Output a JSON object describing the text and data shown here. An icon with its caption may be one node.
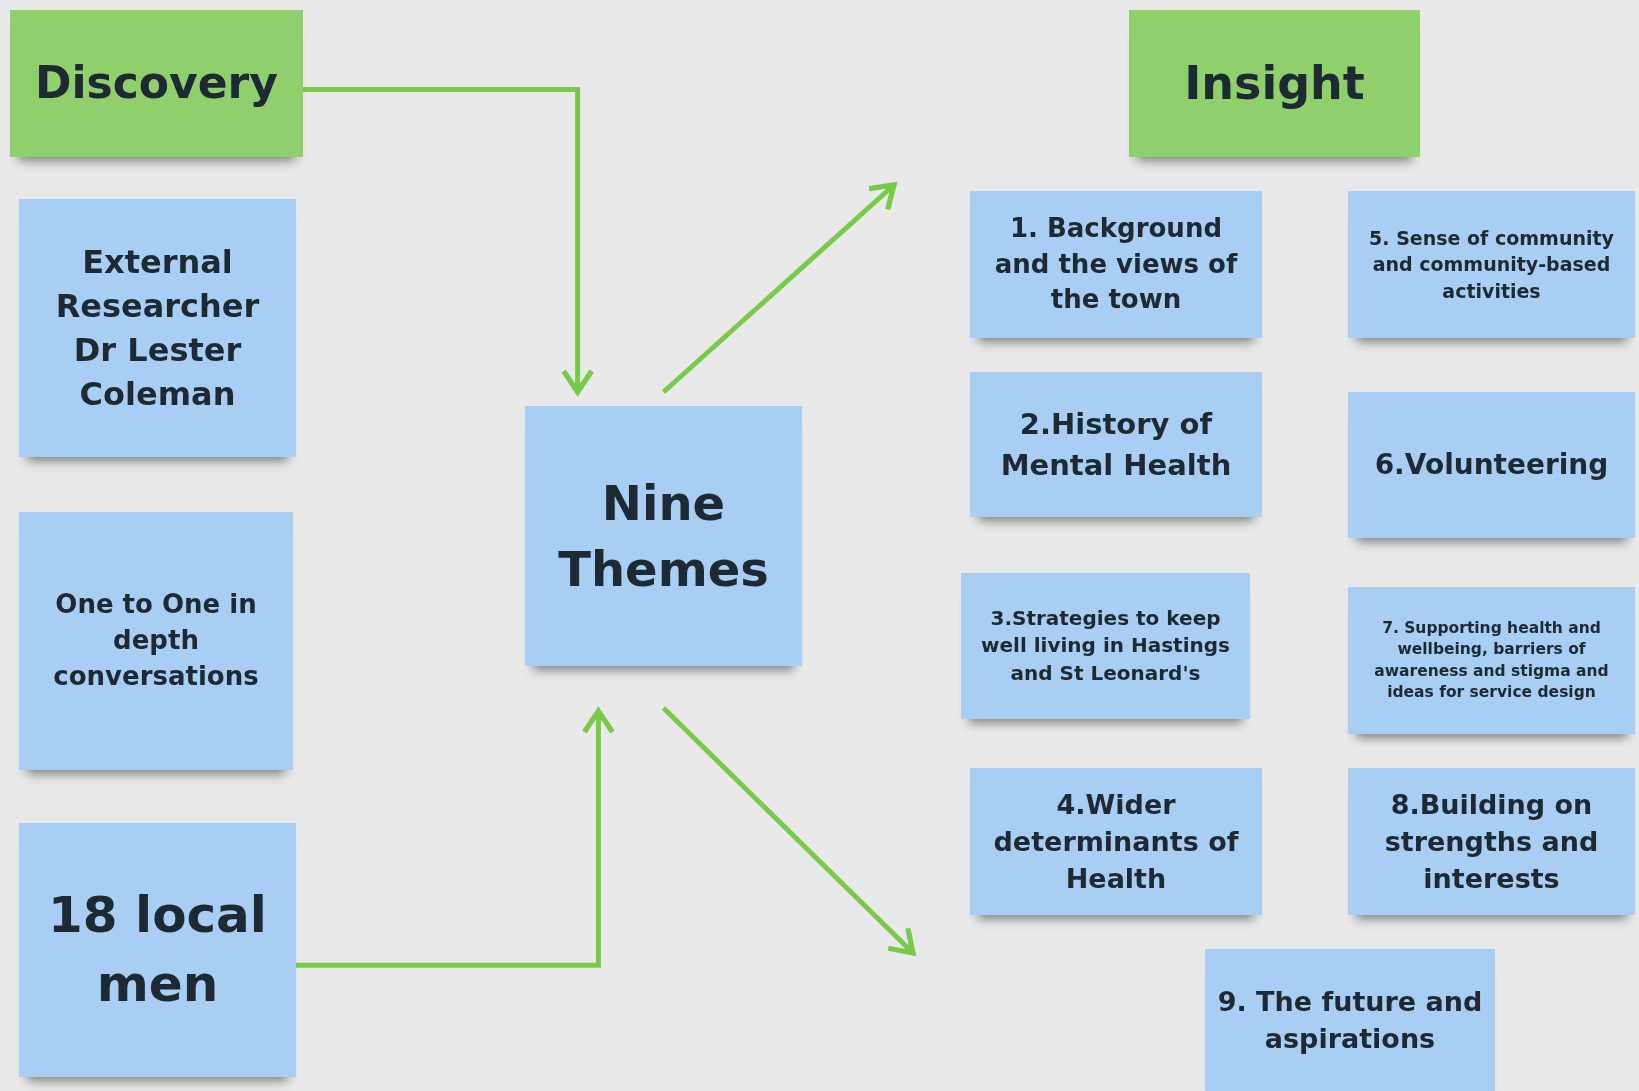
{
  "diagram": {
    "nodes": [
      {
        "text": [
          "Discovery"
        ]
      },
      {
        "text": [
          "External Researcher Dr Lester Coleman"
        ]
      },
      {
        "text": [
          "One to One in depth conversations"
        ]
      },
      {
        "text": [
          "18 local men"
        ]
      },
      {
        "text": [
          "Nine Themes"
        ]
      },
      {
        "text": [
          "Insight"
        ]
      },
      {
        "text": [
          "1. Background and the views of the town"
        ]
      },
      {
        "text": [
          "5. Sense of community and community-based activities"
        ]
      },
      {
        "text": [
          "2.History of Mental Health"
        ]
      },
      {
        "text": [
          "6.Volunteering"
        ]
      },
      {
        "text": [
          "3.Strategies to keep well living in Hastings and St Leonard's"
        ]
      },
      {
        "text": [
          "7. Supporting health and wellbeing, barriers of awareness and stigma and ideas for service design"
        ]
      },
      {
        "text": [
          "4.Wider determinants of Health"
        ]
      },
      {
        "text": [
          "8.Building on strengths and interests"
        ]
      },
      {
        "text": [
          "9. The future and aspirations"
        ]
      }
    ],
    "edges": [
      {
        "from": 0,
        "to": 4,
        "arrow": "to"
      },
      {
        "from": 3,
        "to": 4,
        "arrow": "to"
      },
      {
        "from": 4,
        "to": null,
        "arrow": "to"
      },
      {
        "from": 4,
        "to": null,
        "arrow": "to"
      }
    ]
  }
}
